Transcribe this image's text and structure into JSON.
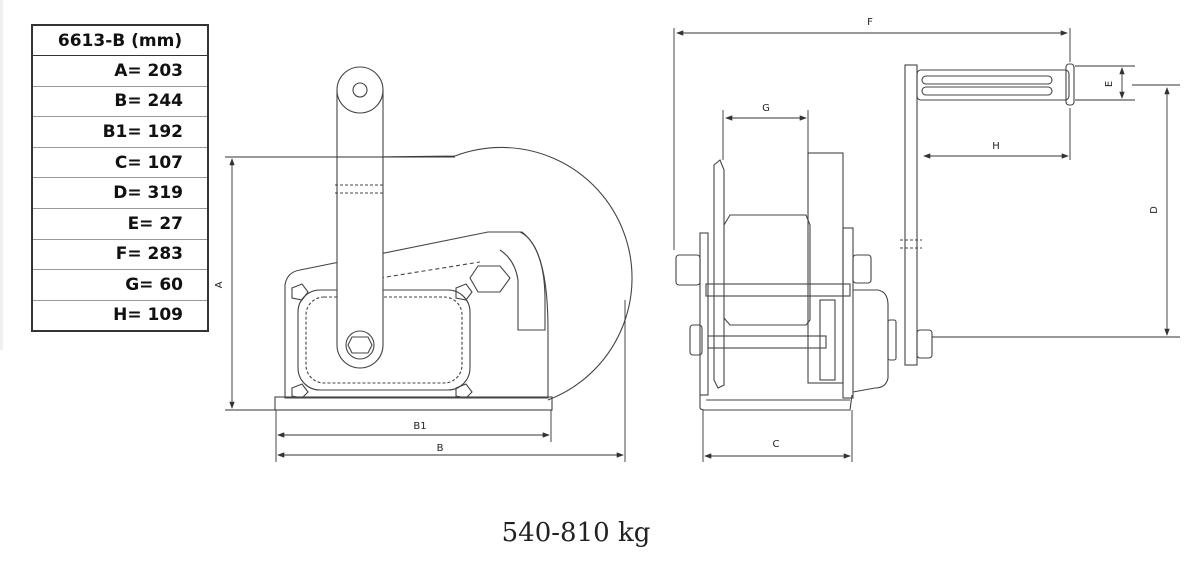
{
  "table": {
    "header": "6613-B   (mm)",
    "rows": [
      "A= 203",
      "B= 244",
      "B1= 192",
      "C= 107",
      "D= 319",
      "E= 27",
      "F= 283",
      "G= 60",
      "H= 109"
    ]
  },
  "dimension_labels": {
    "A": "A",
    "B": "B",
    "B1": "B1",
    "C": "C",
    "D": "D",
    "E": "E",
    "F": "F",
    "G": "G",
    "H": "H"
  },
  "caption": "540-810 kg"
}
